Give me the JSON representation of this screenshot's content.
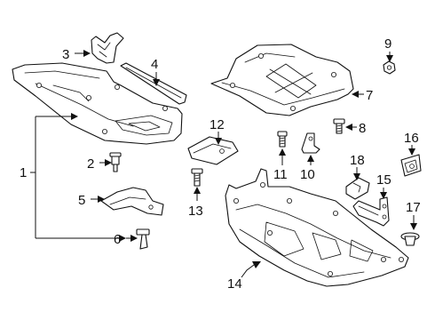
{
  "callouts": [
    {
      "id": "1",
      "part": "left-undercover-assembly"
    },
    {
      "id": "2",
      "part": "bolt-left"
    },
    {
      "id": "3",
      "part": "bracket-top"
    },
    {
      "id": "4",
      "part": "strip-bar"
    },
    {
      "id": "5",
      "part": "small-plate"
    },
    {
      "id": "6",
      "part": "bolt-lower"
    },
    {
      "id": "7",
      "part": "upper-right-shield"
    },
    {
      "id": "8",
      "part": "bolt-right"
    },
    {
      "id": "9",
      "part": "nut"
    },
    {
      "id": "10",
      "part": "clip"
    },
    {
      "id": "11",
      "part": "bolt-center"
    },
    {
      "id": "12",
      "part": "pad-center"
    },
    {
      "id": "13",
      "part": "bolt-center-lower"
    },
    {
      "id": "14",
      "part": "lower-shield"
    },
    {
      "id": "15",
      "part": "bracket-right"
    },
    {
      "id": "16",
      "part": "grommet"
    },
    {
      "id": "17",
      "part": "push-pin"
    },
    {
      "id": "18",
      "part": "square-nut"
    }
  ],
  "colors": {
    "line": "#111111",
    "background": "#ffffff"
  }
}
